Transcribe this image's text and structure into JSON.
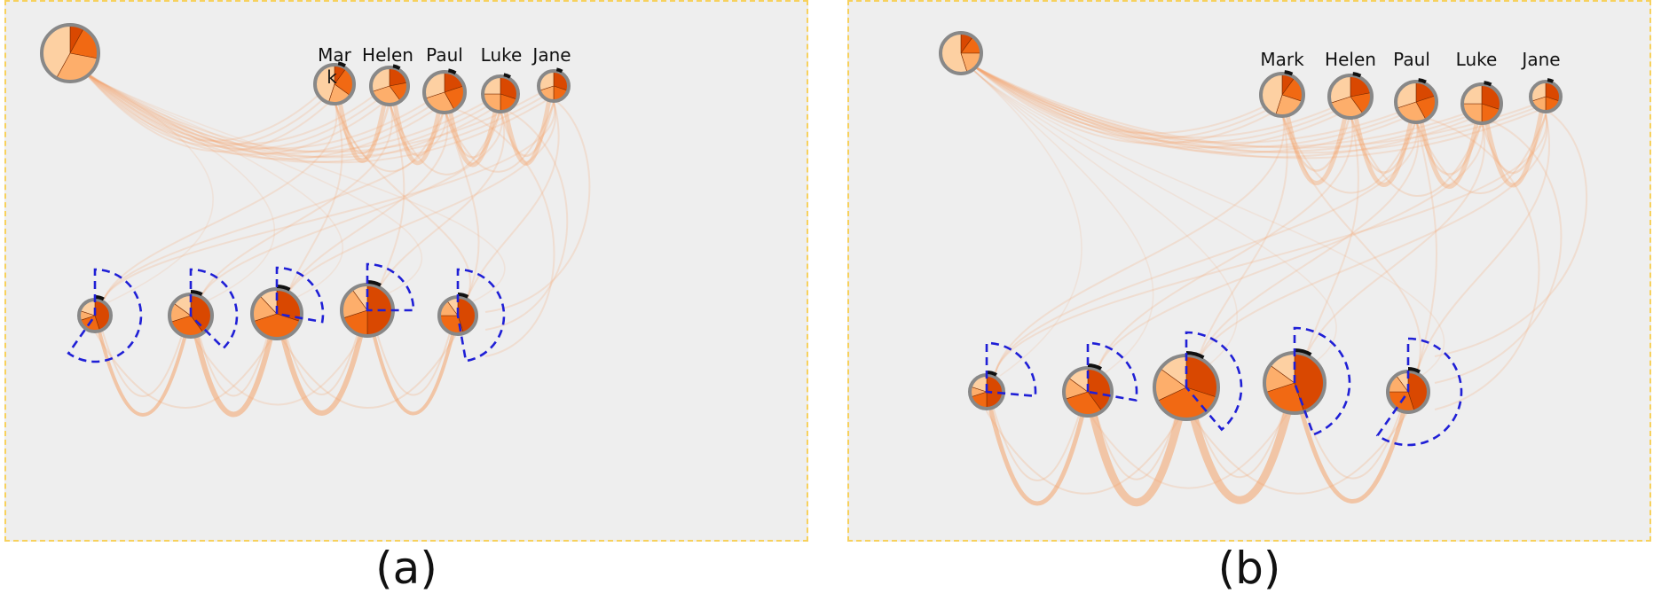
{
  "panels": [
    {
      "id": "a",
      "caption": "(a)",
      "labels": [
        "Mar",
        "Helen",
        "Paul",
        "Luke",
        "Jane"
      ],
      "label_extra": "k"
    },
    {
      "id": "b",
      "caption": "(b)",
      "labels": [
        "Mark",
        "Helen",
        "Paul",
        "Luke",
        "Jane"
      ],
      "label_extra": ""
    }
  ],
  "colors": {
    "panel_background": "#eeeeee",
    "panel_border": "#f7d15d",
    "node_outline": "#888888",
    "pie_shades": [
      "#d94801",
      "#f16913",
      "#fdae6b",
      "#fdd0a2"
    ],
    "edge": "#f4a46c",
    "selection_wedge": "#1f1fd6",
    "indicator_arc": "#111111"
  }
}
